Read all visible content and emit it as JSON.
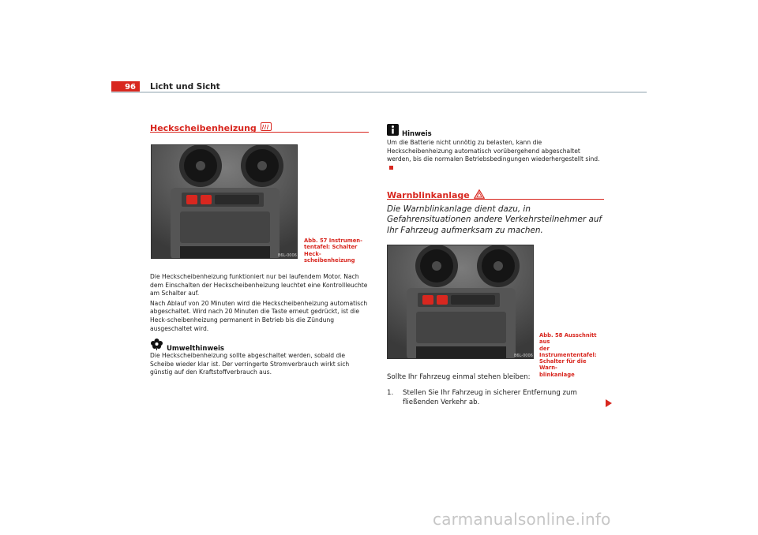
{
  "header": {
    "page_number": "96",
    "chapter": "Licht und Sicht"
  },
  "left": {
    "title": "Heckscheibenheizung",
    "figure": {
      "code": "B6L-0006",
      "caption": "Abb. 57   Instrumen-\ntentafel: Schalter Heck-\nscheibenheizung"
    },
    "paragraphs": [
      "Die Heckscheibenheizung funktioniert nur bei laufendem Motor. Nach dem Einschalten der Heckscheibenheizung leuchtet eine Kontrollleuchte am Schalter auf.",
      "Nach Ablauf von 20 Minuten wird die Heckscheibenheizung automatisch abgeschaltet. Wird nach 20 Minuten die Taste erneut gedrückt, ist die Heck-scheibenheizung permanent in Betrieb bis die Zündung ausgeschaltet wird."
    ],
    "env_box": {
      "title": "Umwelthinweis",
      "text": "Die Heckscheibenheizung sollte abgeschaltet werden, sobald die Scheibe wieder klar ist. Der verringerte Stromverbrauch wirkt sich günstig auf den Kraftstoffverbrauch aus."
    }
  },
  "right": {
    "note_box": {
      "title": "Hinweis",
      "text": "Um die Batterie nicht unnötig zu belasten, kann die Heckscheibenheizung automatisch vorübergehend abgeschaltet werden, bis die normalen Betriebsbedingungen wiederhergestellt sind."
    },
    "title": "Warnblinkanlage",
    "lead": "Die Warnblinkanlage dient dazu, in Gefahrensituationen andere Verkehrsteilnehmer auf Ihr Fahrzeug aufmerksam zu machen.",
    "figure": {
      "code": "B6L-0006",
      "caption": "Abb. 58   Ausschnitt aus\nder Instrumententafel:\nSchalter für die Warn-\nblinkanlage"
    },
    "intro": "Sollte Ihr Fahrzeug einmal stehen bleiben:",
    "steps": [
      {
        "num": "1.",
        "text": "Stellen Sie Ihr Fahrzeug in sicherer Entfernung zum fließenden Verkehr ab."
      }
    ]
  },
  "watermark": "carmanualsonline.info",
  "colors": {
    "accent": "#d8271f",
    "rule": "#c7d1d6"
  }
}
